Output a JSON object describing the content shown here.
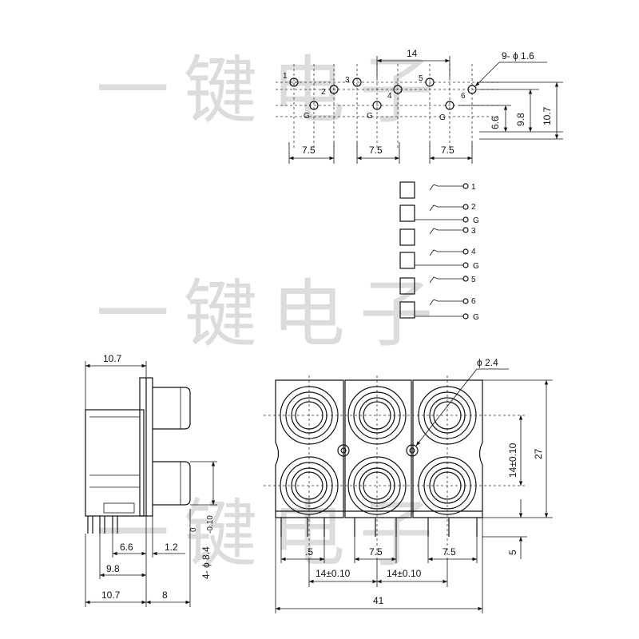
{
  "watermark": "一键电子",
  "top_view": {
    "pin_labels": [
      "1",
      "2",
      "3",
      "4",
      "5",
      "6"
    ],
    "ground_labels": [
      "G",
      "G",
      "G"
    ],
    "hole_spec": "9- ϕ 1.6",
    "dim_pitch_top": "14",
    "dim_pitch": [
      "7.5",
      "7.5",
      "7.5"
    ],
    "dim_vertical": [
      "6.6",
      "9.8",
      "10.7"
    ]
  },
  "schematic": {
    "rows": [
      {
        "label": "1"
      },
      {
        "label": "2"
      },
      {
        "label": "G"
      },
      {
        "label": "3"
      },
      {
        "label": "4"
      },
      {
        "label": "G"
      },
      {
        "label": "5"
      },
      {
        "label": "6"
      },
      {
        "label": "G"
      }
    ]
  },
  "side_view": {
    "dim_top": "10.7",
    "dim_bottom": [
      "6.6",
      "1.2",
      "9.8",
      "10.7",
      "8"
    ],
    "dim_vertical": "4- ϕ 8.4",
    "dim_tol_upper": "0",
    "dim_tol_lower": "-0.10"
  },
  "front_view": {
    "hole_spec": "ϕ 2.4",
    "dim_height": "27",
    "dim_spacing": "14±0.10",
    "dim_pin_height": "5",
    "dim_bottom": [
      ".5",
      "7.5",
      "7.5"
    ],
    "dim_pitch": [
      "14±0.10",
      "14±0.10"
    ],
    "dim_total_width": "41"
  }
}
